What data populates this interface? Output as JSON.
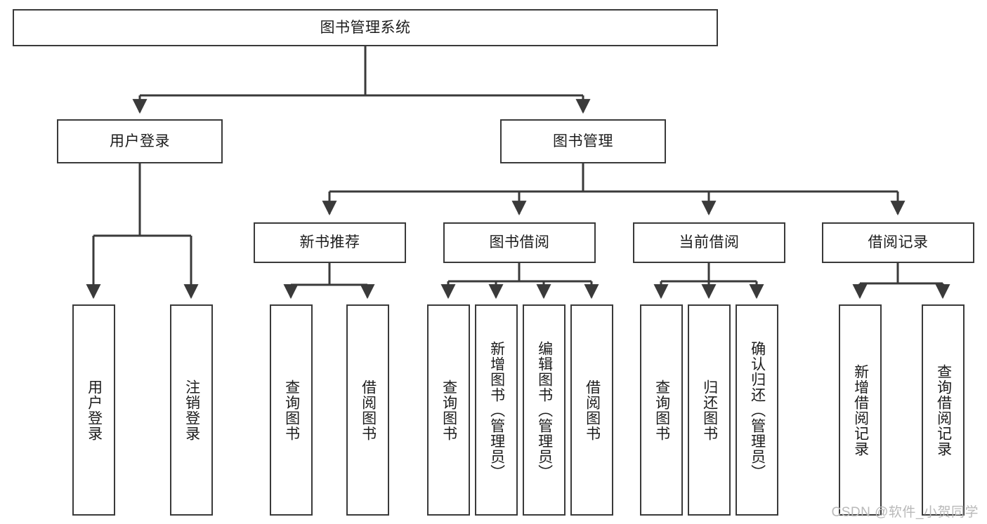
{
  "diagram": {
    "type": "hierarchy-tree",
    "title": "图书管理系统",
    "root": {
      "label": "图书管理系统"
    },
    "level2": [
      {
        "id": "user-login",
        "label": "用户登录"
      },
      {
        "id": "book-management",
        "label": "图书管理"
      }
    ],
    "level3": [
      {
        "id": "new-book-recommend",
        "label": "新书推荐",
        "parent": "book-management"
      },
      {
        "id": "book-borrow",
        "label": "图书借阅",
        "parent": "book-management"
      },
      {
        "id": "current-borrow",
        "label": "当前借阅",
        "parent": "book-management"
      },
      {
        "id": "borrow-record",
        "label": "借阅记录",
        "parent": "book-management"
      }
    ],
    "leaves": [
      {
        "id": "leaf-user-login",
        "label": "用户登录",
        "parent": "user-login"
      },
      {
        "id": "leaf-logout-login",
        "label": "注销登录",
        "parent": "user-login"
      },
      {
        "id": "leaf-query-book-1",
        "label": "查询图书",
        "parent": "new-book-recommend"
      },
      {
        "id": "leaf-borrow-book-1",
        "label": "借阅图书",
        "parent": "new-book-recommend"
      },
      {
        "id": "leaf-query-book-2",
        "label": "查询图书",
        "parent": "book-borrow"
      },
      {
        "id": "leaf-add-book",
        "label": "新增图书（管理员）",
        "parent": "book-borrow"
      },
      {
        "id": "leaf-edit-book",
        "label": "编辑图书（管理员）",
        "parent": "book-borrow"
      },
      {
        "id": "leaf-borrow-book-2",
        "label": "借阅图书",
        "parent": "book-borrow"
      },
      {
        "id": "leaf-query-book-3",
        "label": "查询图书",
        "parent": "current-borrow"
      },
      {
        "id": "leaf-return-book",
        "label": "归还图书",
        "parent": "current-borrow"
      },
      {
        "id": "leaf-confirm-return",
        "label": "确认归还（管理员）",
        "parent": "current-borrow"
      },
      {
        "id": "leaf-add-record",
        "label": "新增借阅记录",
        "parent": "borrow-record"
      },
      {
        "id": "leaf-query-record",
        "label": "查询借阅记录",
        "parent": "borrow-record"
      }
    ],
    "watermark": "CSDN @软件_小贺同学",
    "colors": {
      "stroke": "#3a3a3a",
      "fill": "#ffffff",
      "text": "#1c1c1c",
      "watermark": "#b9b9b9"
    }
  }
}
